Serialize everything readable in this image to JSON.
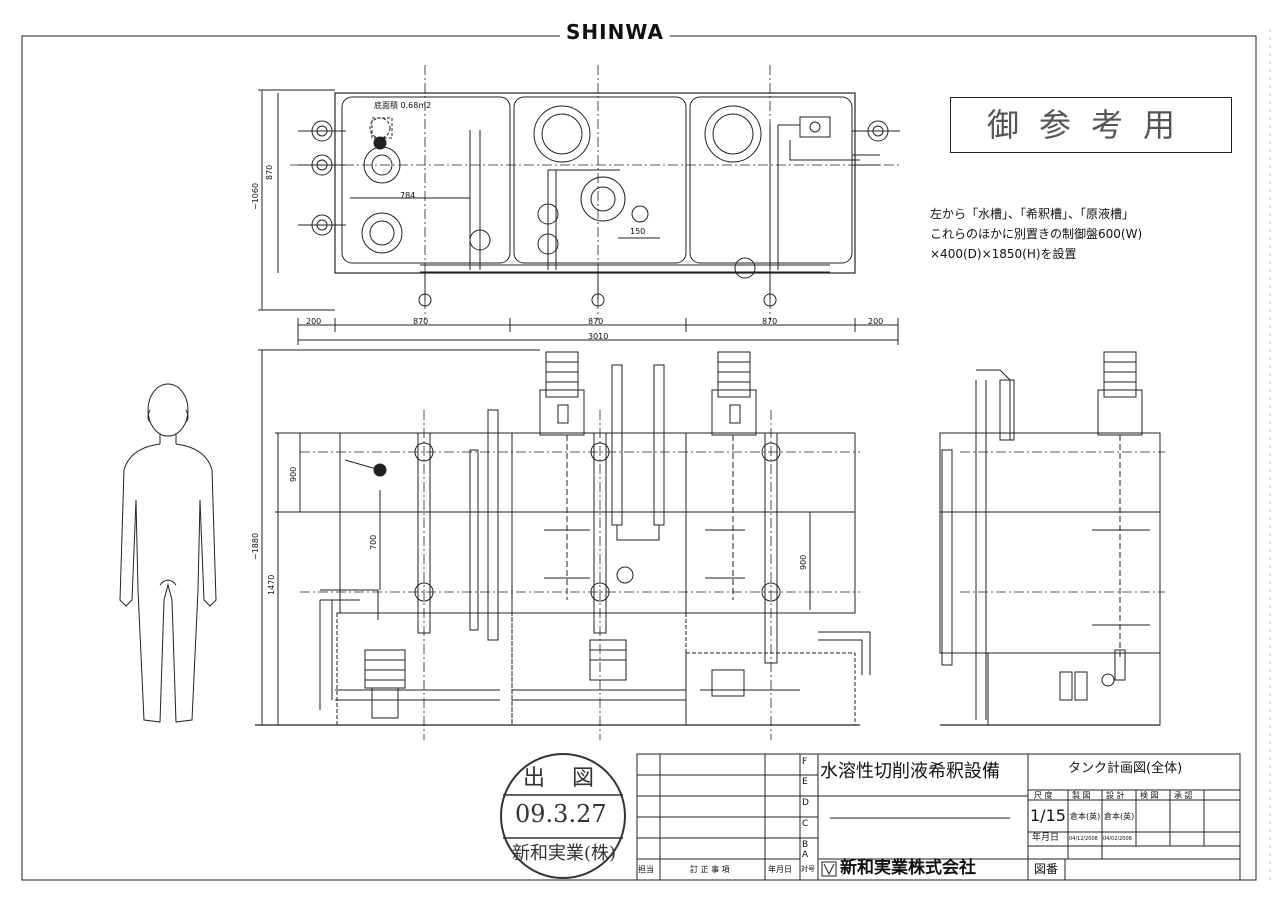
{
  "brand": "SHINWA",
  "reference_mark": "御参考用",
  "note_lines": [
    "左から「水槽」、「希釈槽」、「原液槽」",
    "これらのほかに別置きの制御盤600(W)",
    "×400(D)×1850(H)を設置"
  ],
  "dimensions": {
    "plan_width_segments": [
      "200",
      "870",
      "870",
      "870",
      "200"
    ],
    "plan_total": "3010",
    "plan_depth": "870",
    "plan_overall_depth": "~1060",
    "inner_note": "底面積 0.68m2",
    "inner_width": "784",
    "valve_spacing": "150",
    "elev_overall_height": "~1880",
    "elev_height_1470": "1470",
    "elev_900": "900",
    "elev_700": "700",
    "elev_900_right": "900"
  },
  "stamp": {
    "top": "出 図",
    "date": "09.3.27",
    "bottom": "新和実業(株)"
  },
  "title_block": {
    "project": "水溶性切削液希釈設備",
    "drawing_title": "タンク計画図(全体)",
    "revision_letters": [
      "F",
      "E",
      "D",
      "C",
      "B",
      "A"
    ],
    "col_headers": [
      "尺 度",
      "製 図",
      "設 計",
      "検 図",
      "承 認"
    ],
    "scale": "1/15",
    "drafter": "倉本(英)",
    "designer": "倉本(英)",
    "date_label": "年月日",
    "date_drafted": "04/12/2008",
    "date_designed": "04/02/2008",
    "company": "新和実業株式会社",
    "drawing_no_label": "図番",
    "rev_row_labels": [
      "担当",
      "訂 正 事 項",
      "年月日",
      "対号"
    ]
  }
}
